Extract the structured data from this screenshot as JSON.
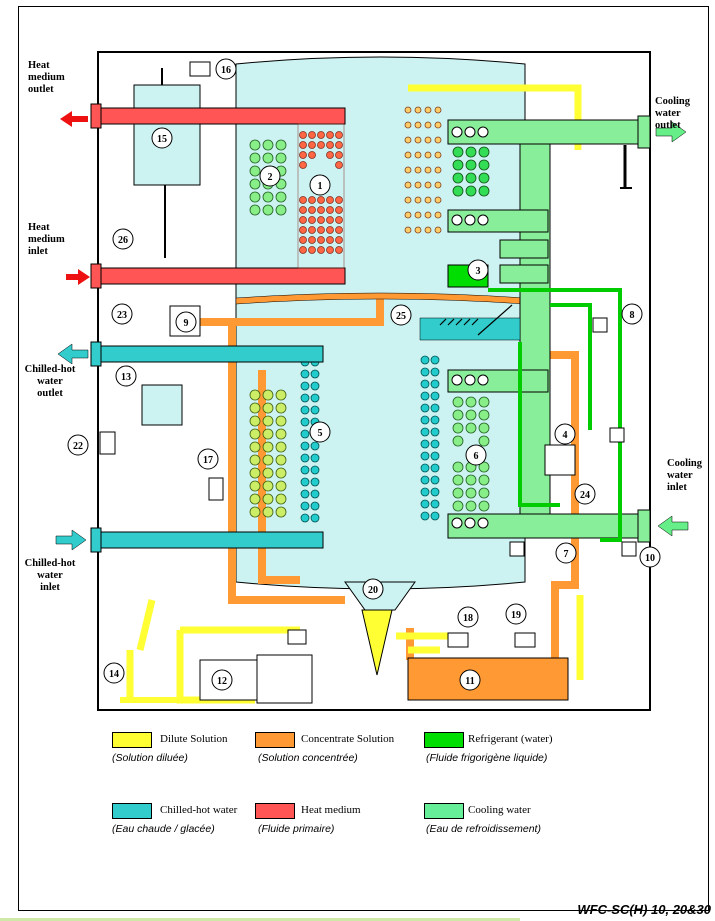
{
  "side_labels": {
    "heat_medium_outlet": [
      "Heat",
      "medium",
      "outlet"
    ],
    "heat_medium_inlet": [
      "Heat",
      "medium",
      "inlet"
    ],
    "chilled_hot_water_outlet": [
      "Chilled-hot",
      "water",
      "outlet"
    ],
    "chilled_hot_water_inlet": [
      "Chilled-hot",
      "water",
      "inlet"
    ],
    "cooling_water_outlet": [
      "Cooling",
      "water",
      "outlet"
    ],
    "cooling_water_inlet": [
      "Cooling",
      "water",
      "inlet"
    ]
  },
  "numbers": [
    "1",
    "2",
    "3",
    "4",
    "5",
    "6",
    "7",
    "8",
    "9",
    "10",
    "11",
    "12",
    "13",
    "14",
    "15",
    "16",
    "17",
    "18",
    "19",
    "20",
    "22",
    "23",
    "24",
    "25",
    "26"
  ],
  "legend": [
    {
      "label": "Dilute Solution",
      "sub": "(Solution diluée)",
      "color": "#ffff33"
    },
    {
      "label": "Concentrate Solution",
      "sub": "(Solution concentrée)",
      "color": "#ff9933"
    },
    {
      "label": "Refrigerant (water)",
      "sub": "(Fluide frigorigène liquide)",
      "color": "#00dd00"
    },
    {
      "label": "Chilled-hot water",
      "sub": "(Eau chaude / glacée)",
      "color": "#33cccc"
    },
    {
      "label": "Heat medium",
      "sub": "(Fluide primaire)",
      "color": "#ff5555"
    },
    {
      "label": "Cooling water",
      "sub": "(Eau de refroidissement)",
      "color": "#66ee99"
    }
  ],
  "colors": {
    "vessel": "#ccf2f2",
    "heat_medium": "#ff5555",
    "cooling_water": "#88ee99",
    "chilled_water": "#33cccc",
    "dilute": "#ffff33",
    "concentrate": "#ff9933",
    "refrigerant": "#00dd00"
  },
  "model_label": "WFC-SC(H) 10, 20&30"
}
